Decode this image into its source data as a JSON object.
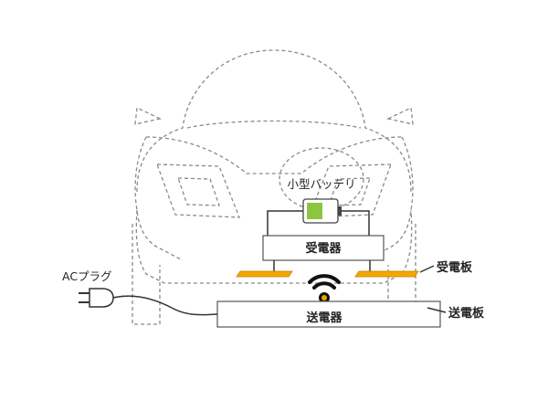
{
  "labels": {
    "battery": "小型バッテリ",
    "receiver": "受電器",
    "receiver_plate": "受電板",
    "transmitter": "送電器",
    "transmitter_plate": "送電板",
    "ac_plug": "ACプラグ"
  },
  "colors": {
    "plate_fill": "#f2a800",
    "plate_edge": "#c47f00",
    "battery_charge": "#8cc63f",
    "wireless_icon": "#111111",
    "wireless_dot": "#e8a800",
    "car_outline": "#8a8a8a"
  },
  "icons": {
    "wireless": "wifi-signal-icon",
    "plug": "ac-plug-icon",
    "battery": "battery-icon"
  }
}
